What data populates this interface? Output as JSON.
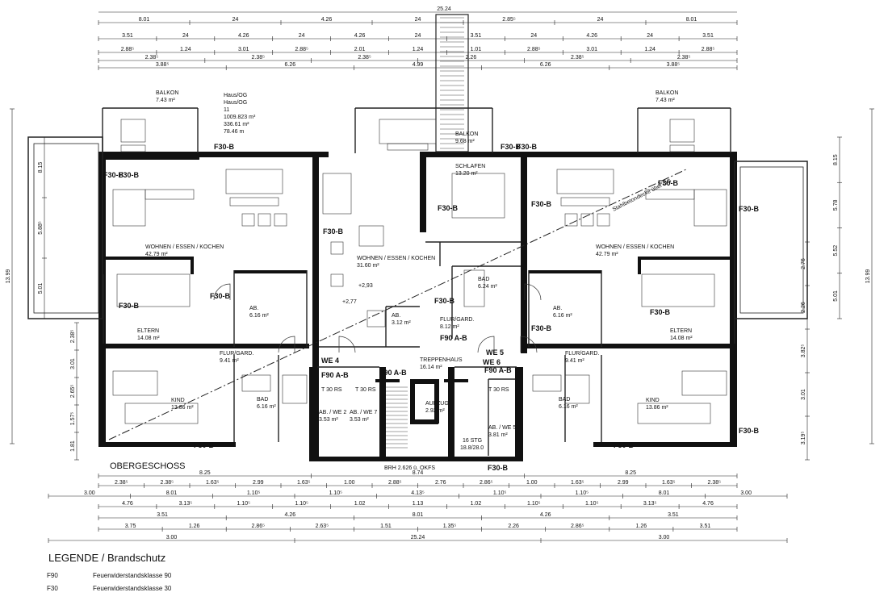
{
  "plan": {
    "floor_name": "OBERGESCHOSS",
    "building_info": {
      "lines": [
        "Haus/OG",
        "Haus/OG",
        "11",
        "1009.823 m³",
        "336.61 m²",
        "78.46 m"
      ]
    },
    "rooms": [
      {
        "id": "balkon-left",
        "label": "BALKON",
        "area": "7.43 m²"
      },
      {
        "id": "balkon-mid",
        "label": "BALKON",
        "area": "9.68 m²"
      },
      {
        "id": "balkon-right",
        "label": "BALKON",
        "area": "7.43 m²"
      },
      {
        "id": "wohnen-left",
        "label": "WOHNEN / ESSEN / KOCHEN",
        "area": "42.79 m²"
      },
      {
        "id": "wohnen-mid",
        "label": "WOHNEN / ESSEN / KOCHEN",
        "area": "31.60 m²"
      },
      {
        "id": "wohnen-right",
        "label": "WOHNEN / ESSEN / KOCHEN",
        "area": "42.79 m²"
      },
      {
        "id": "schlafen",
        "label": "SCHLAFEN",
        "area": "13.20 m²"
      },
      {
        "id": "bad-mid",
        "label": "BAD",
        "area": "6.24 m²"
      },
      {
        "id": "ab-left",
        "label": "AB.",
        "area": "6.16 m²"
      },
      {
        "id": "ab-mid",
        "label": "AB.",
        "area": "3.12 m²"
      },
      {
        "id": "ab-right",
        "label": "AB.",
        "area": "6.16 m²"
      },
      {
        "id": "flur-mid",
        "label": "FLUR/GARD.",
        "area": "8.12 m²"
      },
      {
        "id": "eltern-left",
        "label": "ELTERN",
        "area": "14.08 m²"
      },
      {
        "id": "eltern-right",
        "label": "ELTERN",
        "area": "14.08 m²"
      },
      {
        "id": "flur-left",
        "label": "FLUR/GARD.",
        "area": "9.41 m²"
      },
      {
        "id": "flur-right",
        "label": "FLUR/GARD.",
        "area": "9.41 m²"
      },
      {
        "id": "treppenhaus",
        "label": "TREPPENHAUS",
        "area": "16.14 m²"
      },
      {
        "id": "kind-left",
        "label": "KIND",
        "area": "13.86 m²"
      },
      {
        "id": "kind-right",
        "label": "KIND",
        "area": "13.86 m²"
      },
      {
        "id": "bad-left",
        "label": "BAD",
        "area": "6.16 m²"
      },
      {
        "id": "bad-right",
        "label": "BAD",
        "area": "6.16 m²"
      },
      {
        "id": "aufzug",
        "label": "AUFZUG",
        "area": "2.92 m²"
      },
      {
        "id": "ab-we-2",
        "label": "AB. / WE 2",
        "area": "3.53 m²"
      },
      {
        "id": "ab-we-7",
        "label": "AB. / WE 7",
        "area": "3.53 m²"
      },
      {
        "id": "ab-we-5",
        "label": "AB. / WE 5",
        "area": "3.81 m²"
      }
    ],
    "units": [
      "WE 4",
      "WE 5",
      "WE 6"
    ],
    "fire_tags": {
      "f30b": "F30-B",
      "f90ab": "F90 A-B",
      "door": "T 30 RS"
    },
    "level_marks": [
      "+2,93",
      "+2,77"
    ],
    "ceiling_note": "Stahlbetondecke über OG",
    "stair_note": {
      "steps": "16 STG",
      "ratio": "18.8/28.0",
      "brh": "BRH 2.626 ü. OKFS"
    },
    "dims_top": {
      "overall": "25.24",
      "row1": [
        "8.01",
        "24",
        "4.26",
        "24",
        "2.85⁵",
        "24",
        "8.01"
      ],
      "row2": [
        "3.51",
        "24",
        "4.26",
        "24",
        "4.26",
        "24",
        "3.51",
        "24",
        "4.26",
        "24",
        "3.51"
      ],
      "row3": [
        "2.88⁵",
        "1.24",
        "3.01",
        "2.88⁵",
        "2.01",
        "1.24",
        "1.01",
        "2.88⁵",
        "3.01",
        "1.24",
        "2.88⁵"
      ],
      "row4": [
        "2.38⁵",
        "2.38⁵",
        "2.38⁵",
        "2.26",
        "2.38⁵",
        "2.38⁵"
      ],
      "row5": [
        "3.88⁵",
        "6.26",
        "4.99",
        "6.26",
        "3.88⁵"
      ]
    },
    "dims_bottom": {
      "row1": [
        "8.25",
        "8.74",
        "8.25"
      ],
      "row2": [
        "2.38⁵",
        "2.38⁵",
        "1.63⁵",
        "2.99",
        "1.63⁵",
        "1.00",
        "2.88⁵",
        "2.76",
        "2.86⁵",
        "1.00",
        "1.63⁵",
        "2.99",
        "1.63⁵",
        "2.38⁵"
      ],
      "row3": [
        "3.00",
        "8.01",
        "1.10⁵",
        "1.10⁵",
        "4.13⁵",
        "1.10⁵",
        "1.10⁵",
        "8.01",
        "3.00"
      ],
      "row4": [
        "4.76",
        "3.13⁵",
        "1.10⁵",
        "1.10⁵",
        "1.02",
        "1.13",
        "1.02",
        "1.10⁵",
        "1.10⁵",
        "3.13⁵",
        "4.76"
      ],
      "row5": [
        "3.51",
        "4.26",
        "8.01",
        "4.26",
        "3.51"
      ],
      "row6": [
        "3.75",
        "1.26",
        "2.86⁵",
        "2.63⁵",
        "1.51",
        "1.35⁵",
        "2.26",
        "2.86⁵",
        "1.26",
        "3.51"
      ],
      "row7": [
        "3.00",
        "25.24",
        "3.00"
      ]
    },
    "dims_side": {
      "left": [
        "13.99",
        "8.15",
        "5.88⁵",
        "5.01",
        "2.38⁵",
        "3.01",
        "2.65⁵",
        "1.57⁵",
        "1.81"
      ],
      "right": [
        "13.99",
        "8.15",
        "5.78",
        "5.52",
        "5.01",
        "2.76",
        "2.26",
        "3.82⁵",
        "3.01",
        "3.19⁵"
      ]
    }
  },
  "legend": {
    "title": "LEGENDE / Brandschutz",
    "items": [
      {
        "code": "F90",
        "text": "Feuerwiderstandsklasse  90"
      },
      {
        "code": "F30",
        "text": "Feuerwiderstandsklasse  30"
      }
    ]
  }
}
